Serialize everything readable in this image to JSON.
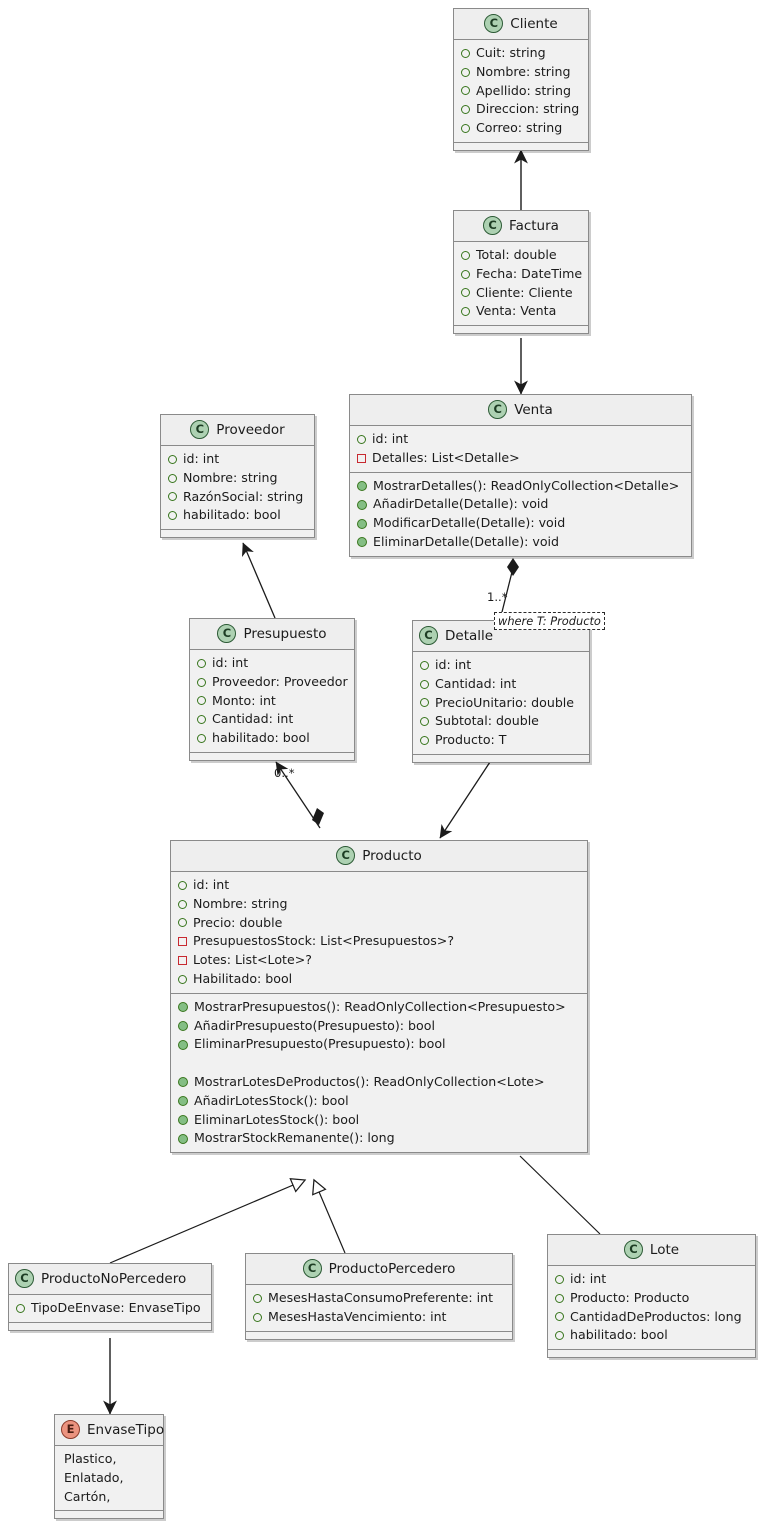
{
  "diagram": {
    "kind": "uml-class-diagram",
    "background": "#ffffff",
    "class_badge_label": "C",
    "enum_badge_label": "E",
    "colors": {
      "class_fill": "#f1f1f1",
      "header_fill": "#eeeeee",
      "border": "#8a8a8a",
      "class_badge_fill": "#ADD1B2",
      "enum_badge_fill": "#EB937F",
      "public_marker": "#38761d",
      "private_marker": "#C82930",
      "method_marker": "#84BE84",
      "edge": "#1b1b1b"
    }
  },
  "classes": {
    "cliente": {
      "name": "Cliente",
      "fields": [
        "Cuit: string",
        "Nombre: string",
        "Apellido: string",
        "Direccion: string",
        "Correo: string"
      ]
    },
    "factura": {
      "name": "Factura",
      "fields": [
        "Total: double",
        "Fecha: DateTime",
        "Cliente: Cliente",
        "Venta: Venta"
      ]
    },
    "venta": {
      "name": "Venta",
      "fields": [
        "id: int",
        "Detalles: List<Detalle>"
      ],
      "methods": [
        "MostrarDetalles(): ReadOnlyCollection<Detalle>",
        "AñadirDetalle(Detalle): void",
        "ModificarDetalle(Detalle): void",
        "EliminarDetalle(Detalle): void"
      ]
    },
    "proveedor": {
      "name": "Proveedor",
      "fields": [
        "id: int",
        "Nombre: string",
        "RazónSocial: string",
        "habilitado: bool"
      ]
    },
    "presupuesto": {
      "name": "Presupuesto",
      "fields": [
        "id: int",
        "Proveedor: Proveedor",
        "Monto: int",
        "Cantidad: int",
        "habilitado: bool"
      ]
    },
    "detalle": {
      "name": "Detalle",
      "generic_note": "where T: Producto",
      "fields": [
        "id: int",
        "Cantidad: int",
        "PrecioUnitario: double",
        "Subtotal: double",
        "Producto: T"
      ]
    },
    "producto": {
      "name": "Producto",
      "fields": [
        "id: int",
        "Nombre: string",
        "Precio: double",
        "PresupuestosStock: List<Presupuestos>?",
        "Lotes: List<Lote>?",
        "Habilitado: bool"
      ],
      "methods": [
        "MostrarPresupuestos(): ReadOnlyCollection<Presupuesto>",
        "AñadirPresupuesto(Presupuesto): bool",
        "EliminarPresupuesto(Presupuesto): bool",
        "",
        "MostrarLotesDeProductos(): ReadOnlyCollection<Lote>",
        "AñadirLotesStock(): bool",
        "EliminarLotesStock(): bool",
        "MostrarStockRemanente(): long"
      ]
    },
    "producto_no_percedero": {
      "name": "ProductoNoPercedero",
      "fields": [
        "TipoDeEnvase: EnvaseTipo"
      ]
    },
    "producto_percedero": {
      "name": "ProductoPercedero",
      "fields": [
        "MesesHastaConsumoPreferente: int",
        "MesesHastaVencimiento: int"
      ]
    },
    "lote": {
      "name": "Lote",
      "fields": [
        "id: int",
        "Producto: Producto",
        "CantidadDeProductos: long",
        "habilitado: bool"
      ]
    },
    "envase_tipo": {
      "name": "EnvaseTipo",
      "values": [
        "Plastico,",
        "Enlatado,",
        "Cartón,"
      ]
    }
  },
  "edge_labels": {
    "venta_detalle": "1..*",
    "producto_presupuesto": "0..*"
  }
}
